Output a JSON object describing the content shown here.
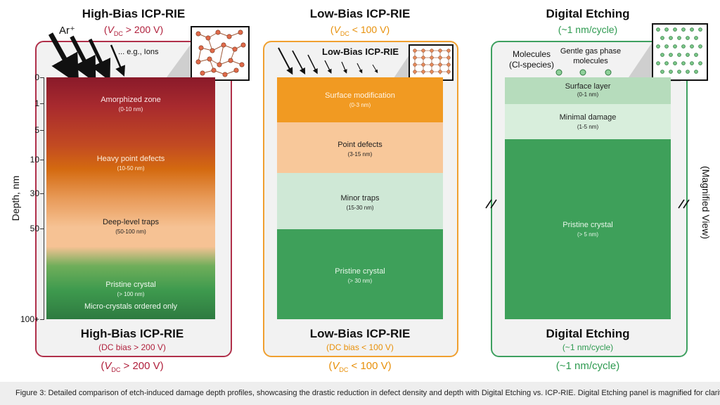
{
  "panels": [
    {
      "title": "High-Bias ICP-RIE",
      "subtitle": "(V_DC > 200 V)",
      "particle_label": "Ar⁺",
      "particle_note": "... e.g., Ions",
      "zones": [
        {
          "name": "Amorphized zone",
          "range": "(0-10 nm)"
        },
        {
          "name": "Heavy point defects",
          "range": "(10-50 nm)"
        },
        {
          "name": "Deep-level traps",
          "range": "(50-100 nm)"
        },
        {
          "name": "Pristine crystal",
          "range": "(> 100 nm)"
        },
        {
          "name": "Micro-crystals ordered only",
          "range": ""
        }
      ],
      "footer_title": "High-Bias ICP-RIE",
      "footer_sub": "(DC bias > 200 V)",
      "bottom_label": "(V_DC > 200 V)",
      "colors": {
        "border": "#b0304a",
        "subtitle": "#b0203c"
      }
    },
    {
      "title": "Low-Bias ICP-RIE",
      "subtitle": "(V_DC < 100 V)",
      "inner_label": "Low-Bias ICP-RIE",
      "zones": [
        {
          "name": "Surface modification",
          "range": "(0-3 nm)"
        },
        {
          "name": "Point defects",
          "range": "(3-15 nm)"
        },
        {
          "name": "Minor traps",
          "range": "(15-30 nm)"
        },
        {
          "name": "Pristine crystal",
          "range": "(> 30 nm)"
        }
      ],
      "footer_title": "Low-Bias ICP-RIE",
      "footer_sub": "(DC bias < 100 V)",
      "bottom_label": "(V_DC < 100 V)",
      "colors": {
        "border": "#f0a030",
        "subtitle": "#e8900a"
      }
    },
    {
      "title": "Digital Etching",
      "subtitle": "(~1 nm/cycle)",
      "molecules_label": "Molecules (Cl-species)",
      "gentle_label": "Gentle gas phase molecules",
      "zones": [
        {
          "name": "Surface layer",
          "range": "(0-1 nm)"
        },
        {
          "name": "Minimal damage",
          "range": "(1-5 nm)"
        },
        {
          "name": "Pristine crystal",
          "range": "(> 5 nm)"
        }
      ],
      "footer_title": "Digital Etching",
      "footer_sub": "(~1 nm/cycle)",
      "bottom_label": "(~1 nm/cycle)",
      "side_label": "(Magnified View)",
      "colors": {
        "border": "#3ea060",
        "subtitle": "#2e9a50"
      }
    }
  ],
  "axis": {
    "label": "Depth, nm",
    "ticks": [
      "0",
      "1",
      "5",
      "10",
      "30",
      "50",
      "100+"
    ]
  },
  "caption": "Figure 3: Detailed comparison of etch-induced damage depth profiles, showcasing the drastic reduction in defect density and depth with Digital Etching vs. ICP-RIE. Digital Etching panel is magnified for clarity."
}
